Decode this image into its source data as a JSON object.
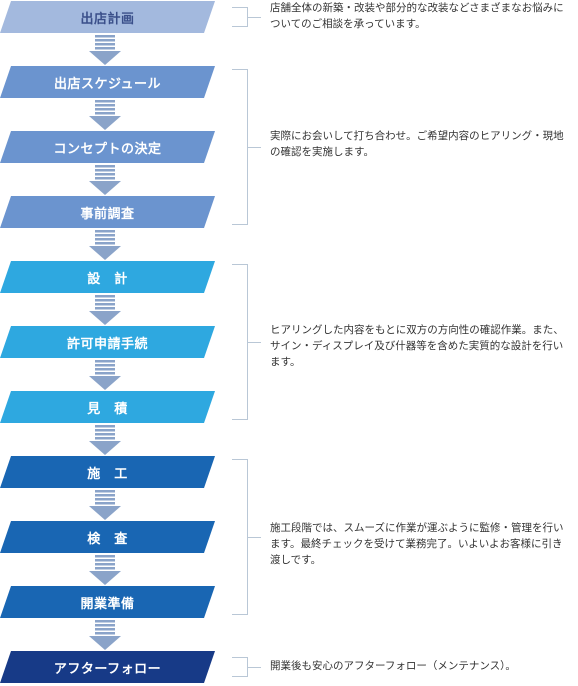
{
  "colors": {
    "stage1": "#87a6d6",
    "stage2": "#6b94cf",
    "stage3": "#2aa3de",
    "stage4": "#1966b3",
    "stage5": "#173a87",
    "arrow": "#8aa3c9",
    "bracket": "#b9c7d6"
  },
  "steps": [
    {
      "label": "出店計画",
      "color": "#a3b9de",
      "text_color": "#3a4f8a"
    },
    {
      "label": "出店スケジュール",
      "color": "#6b94cf",
      "text_color": "#ffffff"
    },
    {
      "label": "コンセプトの決定",
      "color": "#6b94cf",
      "text_color": "#ffffff"
    },
    {
      "label": "事前調査",
      "color": "#6b94cf",
      "text_color": "#ffffff"
    },
    {
      "label": "設　計",
      "color": "#2ea8e0",
      "text_color": "#ffffff"
    },
    {
      "label": "許可申請手続",
      "color": "#2ea8e0",
      "text_color": "#ffffff"
    },
    {
      "label": "見　積",
      "color": "#2ea8e0",
      "text_color": "#ffffff"
    },
    {
      "label": "施　工",
      "color": "#1966b3",
      "text_color": "#ffffff"
    },
    {
      "label": "検　査",
      "color": "#1966b3",
      "text_color": "#ffffff"
    },
    {
      "label": "開業準備",
      "color": "#1966b3",
      "text_color": "#ffffff"
    },
    {
      "label": "アフターフォロー",
      "color": "#173a87",
      "text_color": "#ffffff"
    }
  ],
  "descriptions": [
    {
      "text": "店舗全体の新築・改装や部分的な改装などさまざまなお悩みについてのご相談を承っています。"
    },
    {
      "text": "実際にお会いして打ち合わせ。ご希望内容のヒアリング・現地の確認を実施します。"
    },
    {
      "text": "ヒアリングした内容をもとに双方の方向性の確認作業。また、サイン・ディスプレイ及び什器等を含めた実質的な設計を行います。"
    },
    {
      "text": "施工段階では、スムーズに作業が運ぶように監修・管理を行います。最終チェックを受けて業務完了。いよいよお客様に引き渡しです。"
    },
    {
      "text": "開業後も安心のアフターフォロー（メンテナンス）。"
    }
  ]
}
